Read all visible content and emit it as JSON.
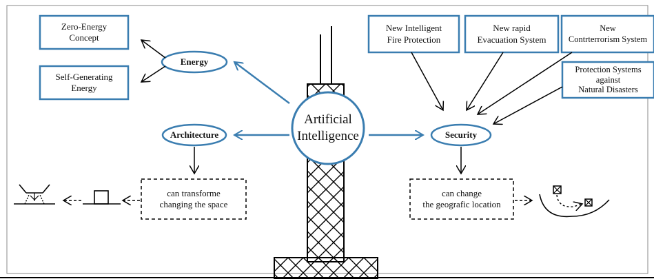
{
  "center": {
    "text": "Artificial\nIntelligence"
  },
  "nodes": {
    "energy": "Energy",
    "architecture": "Architecture",
    "security": "Security"
  },
  "energy_items": {
    "zero_energy": "Zero-Energy\nConcept",
    "self_generating": "Self-Generating\nEnergy"
  },
  "security_items": {
    "fire": "New Intelligent\nFire Protection",
    "evacuation": "New rapid\nEvacuation System",
    "counterterrorism": "New\nContrterrorism System",
    "natural": "Protection Systems\nagainst\nNatural Disasters"
  },
  "notes": {
    "architecture": "can transforme\nchanging the space",
    "security": "can change\nthe geografic location"
  },
  "colors": {
    "accent": "#3a7db0",
    "line": "#000000"
  }
}
